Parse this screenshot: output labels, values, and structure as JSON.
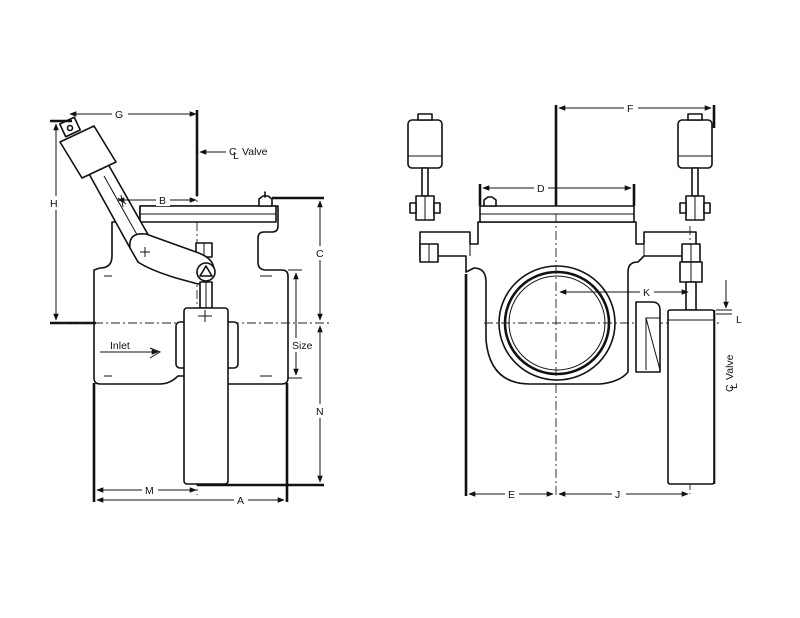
{
  "labels": {
    "G": "G",
    "B": "B",
    "H": "H",
    "C": "C",
    "size": "Size",
    "N": "N",
    "M": "M",
    "A": "A",
    "inlet": "Inlet",
    "cl_valve_left": "Valve",
    "cl_symbol": "C",
    "cl_sub": "L",
    "F": "F",
    "D": "D",
    "K": "K",
    "L": "L",
    "E": "E",
    "J": "J",
    "cl_valve_right": "Valve"
  },
  "colors": {
    "line": "#111111",
    "background": "#ffffff"
  }
}
